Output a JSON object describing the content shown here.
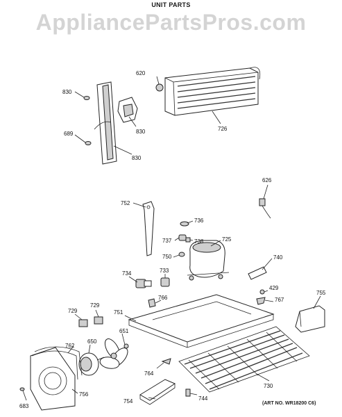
{
  "watermark": "AppliancePartsPros.com",
  "title": "UNIT PARTS",
  "art_number": "(ART NO. WR18200 C6)",
  "callouts": {
    "p620": "620",
    "p830a": "830",
    "p830b": "830",
    "p830c": "830",
    "p689": "689",
    "p726": "726",
    "p626": "626",
    "p752": "752",
    "p736": "736",
    "p737": "737",
    "p738": "738",
    "p725": "725",
    "p750": "750",
    "p740": "740",
    "p734": "734",
    "p733": "733",
    "p429": "429",
    "p767": "767",
    "p755": "755",
    "p766": "766",
    "p729a": "729",
    "p729b": "729",
    "p751": "751",
    "p651": "651",
    "p762": "762",
    "p650": "650",
    "p764": "764",
    "p754": "754",
    "p744": "744",
    "p730": "730",
    "p756": "756",
    "p683": "683"
  }
}
